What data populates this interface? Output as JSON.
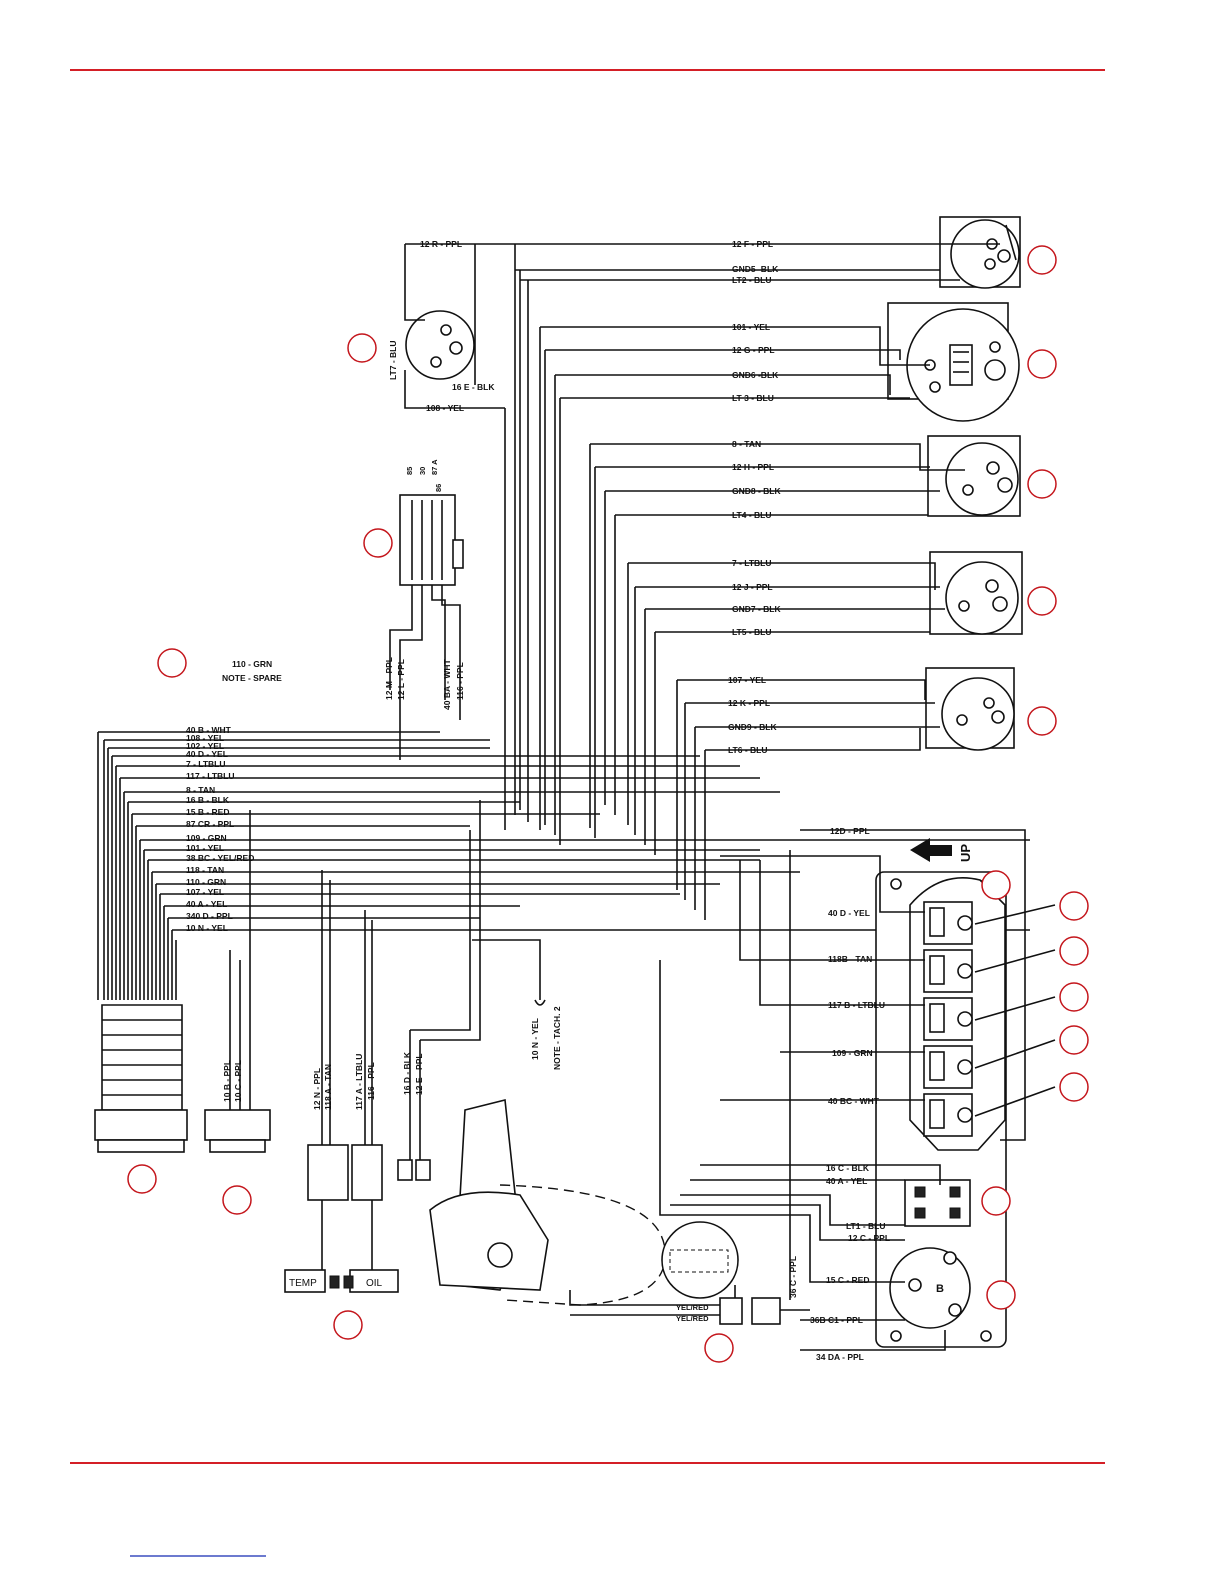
{
  "colors": {
    "rule": "#d41f26",
    "callout": "#c4161c",
    "ink": "#111111"
  },
  "labels": {
    "top_r": "12 R - PPL",
    "top_f": "12 F - PPL",
    "gnd5": "GND5 -BLK",
    "lt2": "LT2 - BLU",
    "lt7": "LT7 - BLU",
    "e16": "16 E - BLK",
    "n108": "108 - YEL",
    "n101": "101 - YEL",
    "g12": "12 G - PPL",
    "gnd6": "GND6 -BLK",
    "lt3": "LT 3 - BLU",
    "tan8": "8 - TAN",
    "h12": "12 H - PPL",
    "gnd8": "GND8 - BLK",
    "lt4": "LT4 - BLU",
    "ltblu7": "7 - LTBLU",
    "j12": "12 J - PPL",
    "gnd7": "GND7 - BLK",
    "lt5": "LT5 - BLU",
    "n107": "107 - YEL",
    "k12": "12 K - PPL",
    "gnd9": "GND9 - BLK",
    "lt6": "LT6 - BLU",
    "relay_85": "85",
    "relay_30": "30",
    "relay_87a": "87 A",
    "relay_86": "86",
    "grn110": "110 - GRN",
    "spare": "NOTE - SPARE",
    "m12": "12 M - PPL",
    "l12": "12 L - PPL",
    "ba40": "40 BA - WHT",
    "ppl116": "116 - PPL",
    "harness": [
      "40 B - WHT",
      "108 - YEL",
      "102 - YEL",
      "40 D - YEL",
      "7 - LTBLU",
      "117 - LTBLU",
      "8 - TAN",
      "16 B - BLK",
      "15 B - RED",
      "87 CR - PPL",
      "109 - GRN",
      "101 - YEL",
      "38 BC - YEL/RED",
      "118 - TAN",
      "110 - GRN",
      "107 - YEL",
      "40 A - YEL",
      "340 D - PPL",
      "10 N - YEL"
    ],
    "ppl12d": "12D - PPL",
    "up": "UP",
    "d40": "40 D - YEL",
    "tan118b": "118B - TAN",
    "ltblu117b": "117 B - LTBLU",
    "grn109": "109 - GRN",
    "bc40": "40 BC - WHT",
    "blk16c": "16 C - BLK",
    "yel40a": "40 A - YEL",
    "lt1": "LT1 - BLU",
    "ppl12c": "12 C - PPL",
    "red15c": "15 C - RED",
    "ppl36bc1": "36B C1 - PPL",
    "ppl34da": "34 DA - PPL",
    "ppl36c": "36 C - PPL",
    "yelred1": "YEL/RED",
    "yelred2": "YEL/RED",
    "yel10n": "10 N - YEL",
    "tach2": "NOTE - TACH. 2",
    "ppl10b": "10 B - PPL",
    "ppl10c": "10 C - PPL",
    "ppl12n": "12 N - PPL",
    "tan118a": "118 A - TAN",
    "ltblu117a": "117 A - LTBLU",
    "ppl116b": "116 - PPL",
    "blk16d": "16 D - BLK",
    "ppl12e": "12 E - PPL",
    "temp": "TEMP",
    "oil": "OIL",
    "terminal_b": "B"
  }
}
